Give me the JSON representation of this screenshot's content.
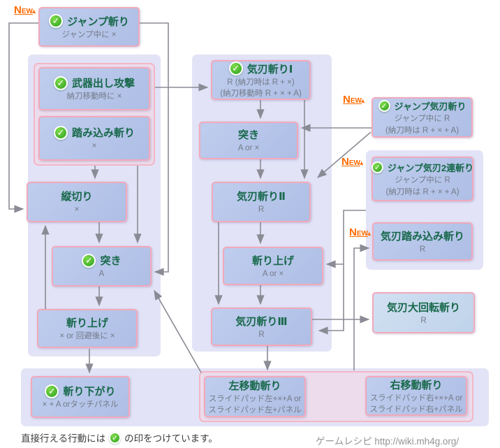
{
  "labels": {
    "new": "NEW"
  },
  "icons": {
    "check": "✓",
    "new_arrow": "➤"
  },
  "colors": {
    "box_border_pink": "#f3a9ba",
    "box_fill_blue": "#b7c6ea",
    "panel_lavender": "#e3e3f7",
    "panel_pink": "#ecdcec",
    "title_green": "#17684a",
    "subtitle_gray": "#737a88",
    "new_orange": "#ff6a00",
    "check_green": "#2da01e",
    "arrow_gray": "#8b8b95"
  },
  "nodes": {
    "jump_slash": {
      "title": "ジャンプ斬り",
      "sub": "ジャンプ中に ×"
    },
    "draw_attack": {
      "title": "武器出し攻撃",
      "sub": "納刀移動時に ×"
    },
    "step_slash": {
      "title": "踏み込み斬り",
      "sub": "×"
    },
    "vertical_slash": {
      "title": "縦切り",
      "sub": "×"
    },
    "thrust_left": {
      "title": "突き",
      "sub": "A"
    },
    "rising_slash_left": {
      "title": "斬り上げ",
      "sub": "× or 回避後に ×"
    },
    "spirit_slash_1": {
      "title": "気刃斬りⅠ",
      "sub": "R (納刀時は R + ×)",
      "sub2": "(納刀移動時 R + × + A)"
    },
    "thrust_mid": {
      "title": "突き",
      "sub": "A or ×"
    },
    "spirit_slash_2": {
      "title": "気刃斬りⅡ",
      "sub": "R"
    },
    "rising_slash_mid": {
      "title": "斬り上げ",
      "sub": "A or ×"
    },
    "spirit_slash_3": {
      "title": "気刃斬りⅢ",
      "sub": "R"
    },
    "jump_spirit_slash": {
      "title": "ジャンプ気刃斬り",
      "sub": "ジャンプ中に R",
      "sub2": "(納刀時は R + × + A)"
    },
    "jump_spirit_double": {
      "title": "ジャンプ気刃2連斬り",
      "sub": "ジャンプ中に R",
      "sub2": "(納刀時は R + × + A)"
    },
    "spirit_step_slash": {
      "title": "気刃踏み込み斬り",
      "sub": "R"
    },
    "spirit_roundslash": {
      "title": "気刃大回転斬り",
      "sub": "R"
    },
    "backstep_slash": {
      "title": "斬り下がり",
      "sub": "× + A orタッチパネル"
    },
    "left_move_slash": {
      "title": "左移動斬り",
      "sub": "スライドパッド左+×+A or",
      "sub2": "スライドパッド左+パネル"
    },
    "right_move_slash": {
      "title": "右移動斬り",
      "sub": "スライドパッド右+×+A or",
      "sub2": "スライドパッド右+パネル"
    }
  },
  "footer": {
    "note_prefix": "直接行える行動には",
    "note_suffix": "の印をつけています。",
    "credit": "ゲームレシピ http://wiki.mh4g.org/"
  }
}
